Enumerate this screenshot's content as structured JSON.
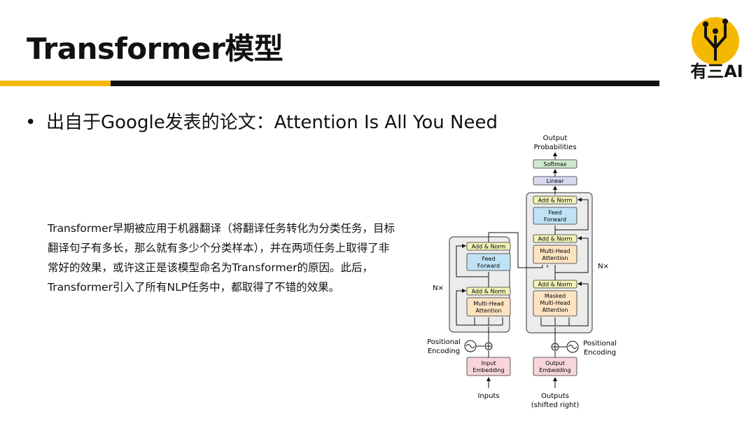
{
  "title": "Transformer模型",
  "logo": {
    "text": "有三AI",
    "color": "#f5b800"
  },
  "bullet": "出自于Google发表的论文：Attention Is All You Need",
  "paragraph": "Transformer早期被应用于机器翻译（将翻译任务转化为分类任务，目标翻译句子有多长，那么就有多少个分类样本），并在两项任务上取得了非常好的效果，或许这正是该模型命名为Transformer的原因。此后，Transformer引入了所有NLP任务中，都取得了不错的效果。",
  "diagram": {
    "output_probabilities_1": "Output",
    "output_probabilities_2": "Probabilities",
    "softmax": "Softmax",
    "linear": "Linear",
    "add_norm": "Add & Norm",
    "feed_forward_1": "Feed",
    "feed_forward_2": "Forward",
    "multi_head_1": "Multi-Head",
    "multi_head_2": "Attention",
    "masked_1": "Masked",
    "masked_2": "Multi-Head",
    "masked_3": "Attention",
    "nx": "N×",
    "positional_1": "Positional",
    "positional_2": "Encoding",
    "input_embedding_1": "Input",
    "input_embedding_2": "Embedding",
    "output_embedding_1": "Output",
    "output_embedding_2": "Embedding",
    "inputs": "Inputs",
    "outputs_1": "Outputs",
    "outputs_2": "(shifted right)",
    "colors": {
      "add_norm": "#f2f2b8",
      "feed_forward": "#bfe3f5",
      "attention": "#fde3c2",
      "embedding": "#f7d5da",
      "softmax": "#cfe8cf",
      "linear": "#d8d8f0",
      "block": "#ececec"
    }
  }
}
